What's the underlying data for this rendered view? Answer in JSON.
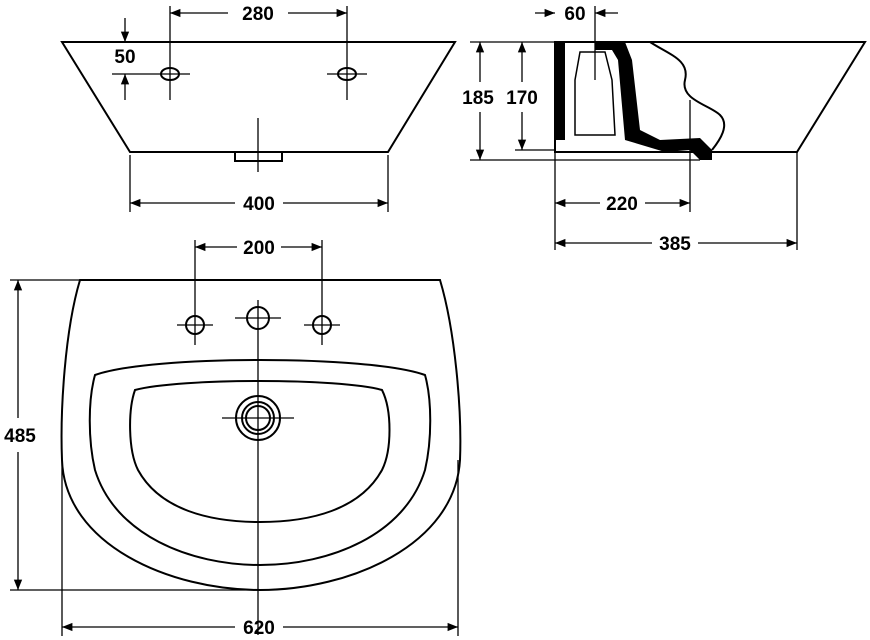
{
  "dimensions": {
    "front_hole_spacing": "280",
    "front_hole_offset": "50",
    "front_bottom_width": "400",
    "side_wall": "60",
    "side_total_height": "185",
    "side_inner_height": "170",
    "side_depth_inner": "220",
    "side_depth_total": "385",
    "plan_tap_spacing": "200",
    "plan_depth": "485",
    "plan_width": "620"
  }
}
